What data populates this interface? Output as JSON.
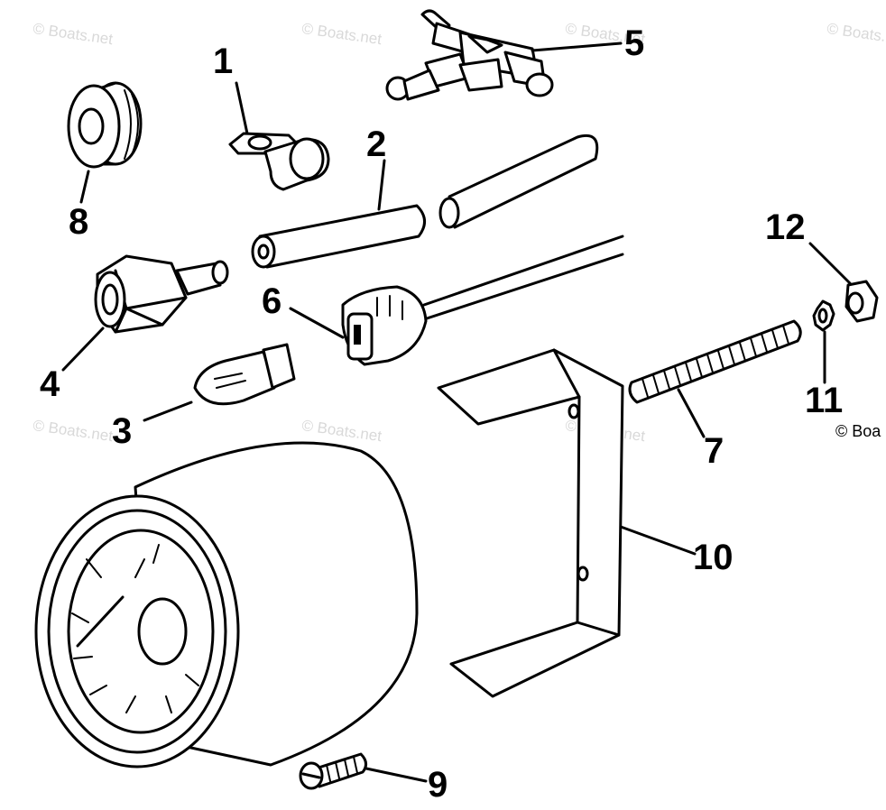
{
  "watermark": {
    "text": "© Boats.net",
    "edge_text": "© Boa"
  },
  "callouts": [
    {
      "id": "1",
      "label": "1"
    },
    {
      "id": "2",
      "label": "2"
    },
    {
      "id": "3",
      "label": "3"
    },
    {
      "id": "4",
      "label": "4"
    },
    {
      "id": "5",
      "label": "5"
    },
    {
      "id": "6",
      "label": "6"
    },
    {
      "id": "7",
      "label": "7"
    },
    {
      "id": "8",
      "label": "8"
    },
    {
      "id": "9",
      "label": "9"
    },
    {
      "id": "10",
      "label": "10"
    },
    {
      "id": "11",
      "label": "11"
    },
    {
      "id": "12",
      "label": "12"
    }
  ]
}
